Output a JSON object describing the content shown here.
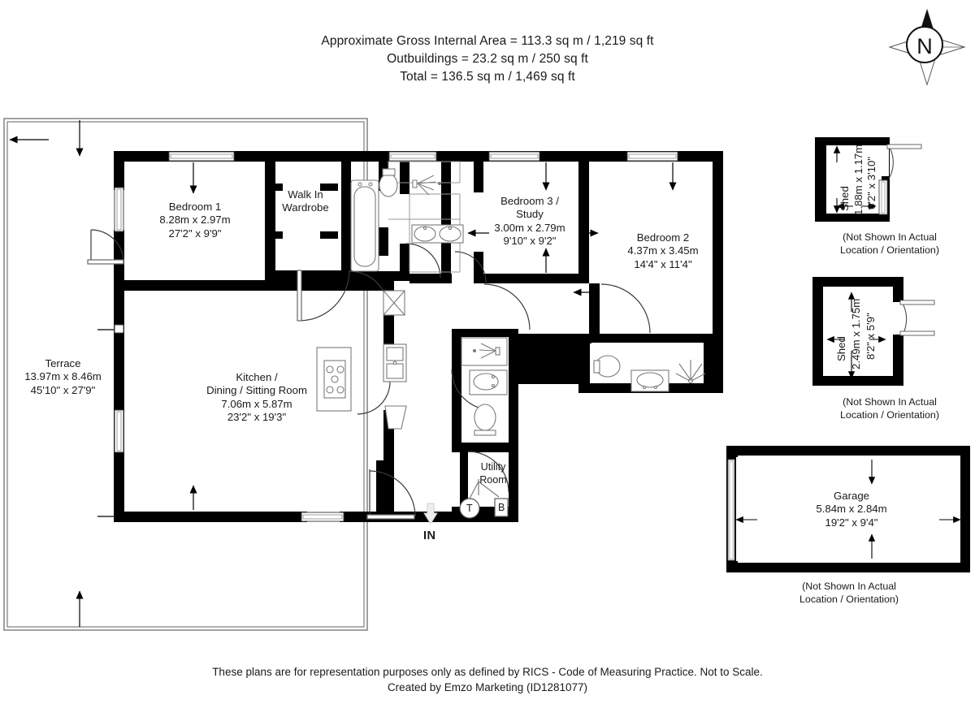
{
  "header": {
    "line1": "Approximate Gross Internal Area = 113.3 sq m / 1,219 sq ft",
    "line2": "Outbuildings = 23.2 sq m / 250 sq ft",
    "line3": "Total = 136.5 sq m / 1,469 sq ft"
  },
  "compass": {
    "label": "N",
    "name": "north-arrow"
  },
  "rooms": [
    {
      "id": "terrace",
      "name": "Terrace",
      "metric": "13.97m x 8.46m",
      "imperial": "45'10\" x 27'9\""
    },
    {
      "id": "bedroom1",
      "name": "Bedroom 1",
      "metric": "8.28m x 2.97m",
      "imperial": "27'2\" x 9'9\""
    },
    {
      "id": "wardrobe",
      "name_line1": "Walk In",
      "name_line2": "Wardrobe"
    },
    {
      "id": "bedroom3",
      "name_line1": "Bedroom 3 /",
      "name_line2": "Study",
      "metric": "3.00m x 2.79m",
      "imperial": "9'10\" x 9'2\""
    },
    {
      "id": "bedroom2",
      "name": "Bedroom 2",
      "metric": "4.37m x 3.45m",
      "imperial": "14'4\" x 11'4\""
    },
    {
      "id": "kitchen",
      "name_line1": "Kitchen /",
      "name_line2": "Dining / Sitting Room",
      "metric": "7.06m x 5.87m",
      "imperial": "23'2\" x 19'3\""
    },
    {
      "id": "utility",
      "name_line1": "Utility",
      "name_line2": "Room"
    }
  ],
  "fixtures": {
    "tank": "T",
    "boiler": "B"
  },
  "entrance": {
    "label": "IN"
  },
  "outbuildings": [
    {
      "id": "shed1",
      "name": "Shed",
      "metric": "1.88m x 1.17m",
      "imperial": "6'2\" x 3'10\"",
      "note_line1": "(Not Shown In Actual",
      "note_line2": "Location / Orientation)"
    },
    {
      "id": "shed2",
      "name": "Shed",
      "metric": "2.49m x 1.75m",
      "imperial": "8'2\" x 5'9\"",
      "note_line1": "(Not Shown In Actual",
      "note_line2": "Location / Orientation)"
    },
    {
      "id": "garage",
      "name": "Garage",
      "metric": "5.84m x 2.84m",
      "imperial": "19'2\" x 9'4\"",
      "note_line1": "(Not Shown In Actual",
      "note_line2": "Location / Orientation)"
    }
  ],
  "footer": {
    "line1": "These plans are for representation purposes only as defined by RICS - Code of Measuring Practice. Not to Scale.",
    "line2": "Created by Emzo Marketing (ID1281077)"
  },
  "colors": {
    "wall": "#000000",
    "thin": "#6e6e6e",
    "fixture": "#808080",
    "page": "#ffffff"
  }
}
